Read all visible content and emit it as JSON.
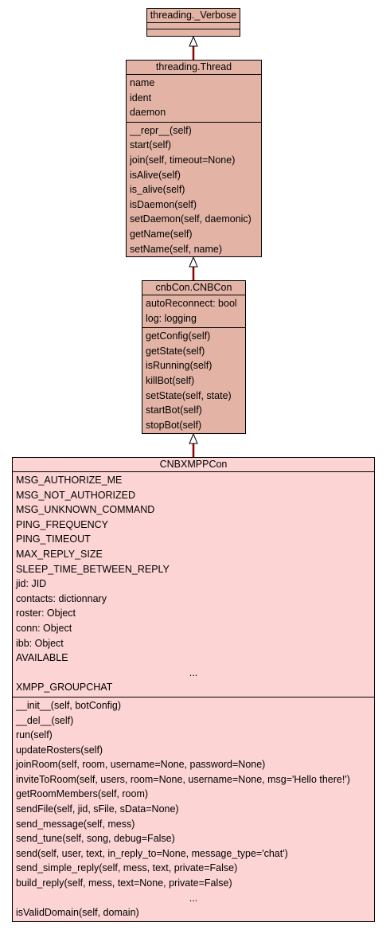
{
  "classes": {
    "verbose": {
      "name": "threading._Verbose",
      "attributes": [],
      "methods": []
    },
    "thread": {
      "name": "threading.Thread",
      "attributes": [
        "name",
        "ident",
        "daemon"
      ],
      "methods": [
        "__repr__(self)",
        "start(self)",
        "join(self, timeout=None)",
        "isAlive(self)",
        "is_alive(self)",
        "isDaemon(self)",
        "setDaemon(self, daemonic)",
        "getName(self)",
        "setName(self, name)"
      ]
    },
    "cnbcon": {
      "name": "cnbCon.CNBCon",
      "attributes": [
        "autoReconnect: bool",
        "log: logging"
      ],
      "methods": [
        "getConfig(self)",
        "getState(self)",
        "isRunning(self)",
        "killBot(self)",
        "setState(self, state)",
        "startBot(self)",
        "stopBot(self)"
      ]
    },
    "xmpp": {
      "name": "CNBXMPPCon",
      "attributes": [
        "MSG_AUTHORIZE_ME",
        "MSG_NOT_AUTHORIZED",
        "MSG_UNKNOWN_COMMAND",
        "PING_FREQUENCY",
        "PING_TIMEOUT",
        "MAX_REPLY_SIZE",
        "SLEEP_TIME_BETWEEN_REPLY",
        "jid: JID",
        "contacts: dictionnary",
        "roster: Object",
        "conn: Object",
        "ibb: Object",
        "AVAILABLE",
        "...",
        "XMPP_GROUPCHAT"
      ],
      "methods": [
        "__init__(self, botConfig)",
        "__del__(self)",
        "run(self)",
        "updateRosters(self)",
        "joinRoom(self, room, username=None, password=None)",
        "inviteToRoom(self, users, room=None, username=None, msg='Hello there!')",
        "getRoomMembers(self, room)",
        "sendFile(self, jid, sFile, sData=None)",
        "send_message(self, mess)",
        "send_tune(self, song, debug=False)",
        "send(self, user, text, in_reply_to=None, message_type='chat')",
        "send_simple_reply(self, mess, text, private=False)",
        "build_reply(self, mess, text=None, private=False)",
        "...",
        "isValidDomain(self, domain)"
      ]
    }
  },
  "relations": [
    {
      "type": "inheritance",
      "from": "thread",
      "to": "verbose"
    },
    {
      "type": "inheritance",
      "from": "cnbcon",
      "to": "thread"
    },
    {
      "type": "inheritance",
      "from": "xmpp",
      "to": "cnbcon"
    }
  ],
  "colors": {
    "dark_fill": "#e3b4a6",
    "light_fill": "#fcd4d4",
    "edge": "#8b0000"
  }
}
